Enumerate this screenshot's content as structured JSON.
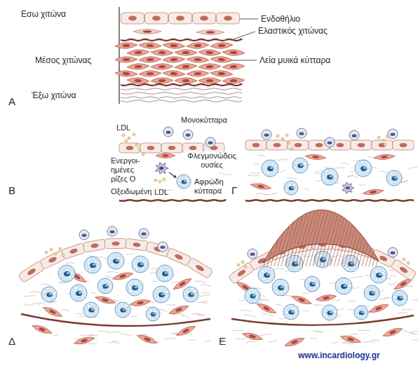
{
  "diagram": {
    "labels": [
      "Εσω χιτώνα",
      "Ενδοθήλιο",
      "Ελαστικός χιτώνας",
      "Μέσος χιτώνας",
      "Λεία μυικά κύτταρα",
      "Έξω χιτώνα",
      "Α",
      "LDL",
      "Μονοκύτταρα",
      "Φλεγμονώδεις ουσίες",
      "Ενεργοι- ημένες ρίζες Ο",
      "Οξειδωμένη",
      "LDL",
      "Αφρώδη κύτταρα",
      "Β",
      "Γ",
      "Δ",
      "Ε",
      "www.incardiology.gr"
    ]
  }
}
